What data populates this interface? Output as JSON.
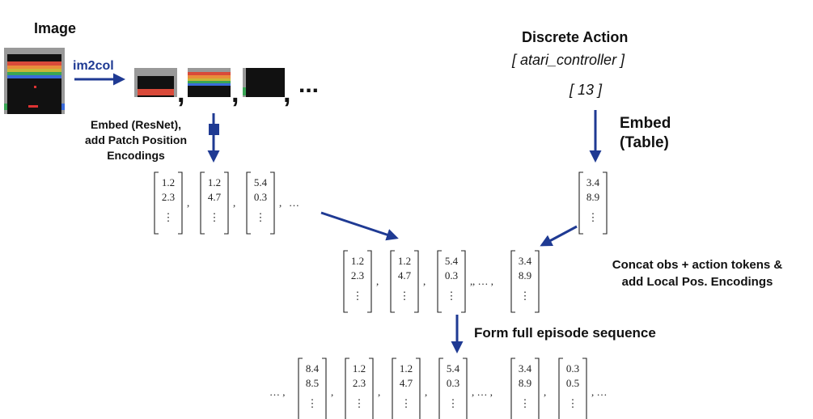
{
  "image_label": "Image",
  "im2col_label": "im2col",
  "embed_resnet_label_1": "Embed (ResNet),",
  "embed_resnet_label_2": "add Patch Position",
  "embed_resnet_label_3": "Encodings",
  "discrete_action_title": "Discrete Action",
  "action_space": "[ atari_controller ]",
  "action_value": "[ 13 ]",
  "embed_table_1": "Embed",
  "embed_table_2": "(Table)",
  "concat_label_1": "Concat obs + action tokens &",
  "concat_label_2": "add Local Pos. Encodings",
  "episode_label": "Form full episode sequence",
  "patch_sep": ",",
  "patch_ellipsis": "...",
  "vectors": {
    "obs": [
      {
        "a": "1.2",
        "b": "2.3"
      },
      {
        "a": "1.2",
        "b": "4.7"
      },
      {
        "a": "5.4",
        "b": "0.3"
      }
    ],
    "action": {
      "a": "3.4",
      "b": "8.9"
    },
    "episode": [
      {
        "a": "8.4",
        "b": "8.5"
      },
      {
        "a": "1.2",
        "b": "2.3"
      },
      {
        "a": "1.2",
        "b": "4.7"
      },
      {
        "a": "5.4",
        "b": "0.3"
      },
      {
        "a": "3.4",
        "b": "8.9"
      },
      {
        "a": "0.3",
        "b": "0.5"
      }
    ],
    "vdots": "⋮",
    "comma": ",",
    "dots": "…"
  },
  "colors": {
    "arrow": "#1f3a93",
    "ball_red": "#d33",
    "rainbow": [
      "#d94a3a",
      "#e98d3c",
      "#c8b737",
      "#3aa655",
      "#3a6ad9"
    ]
  }
}
